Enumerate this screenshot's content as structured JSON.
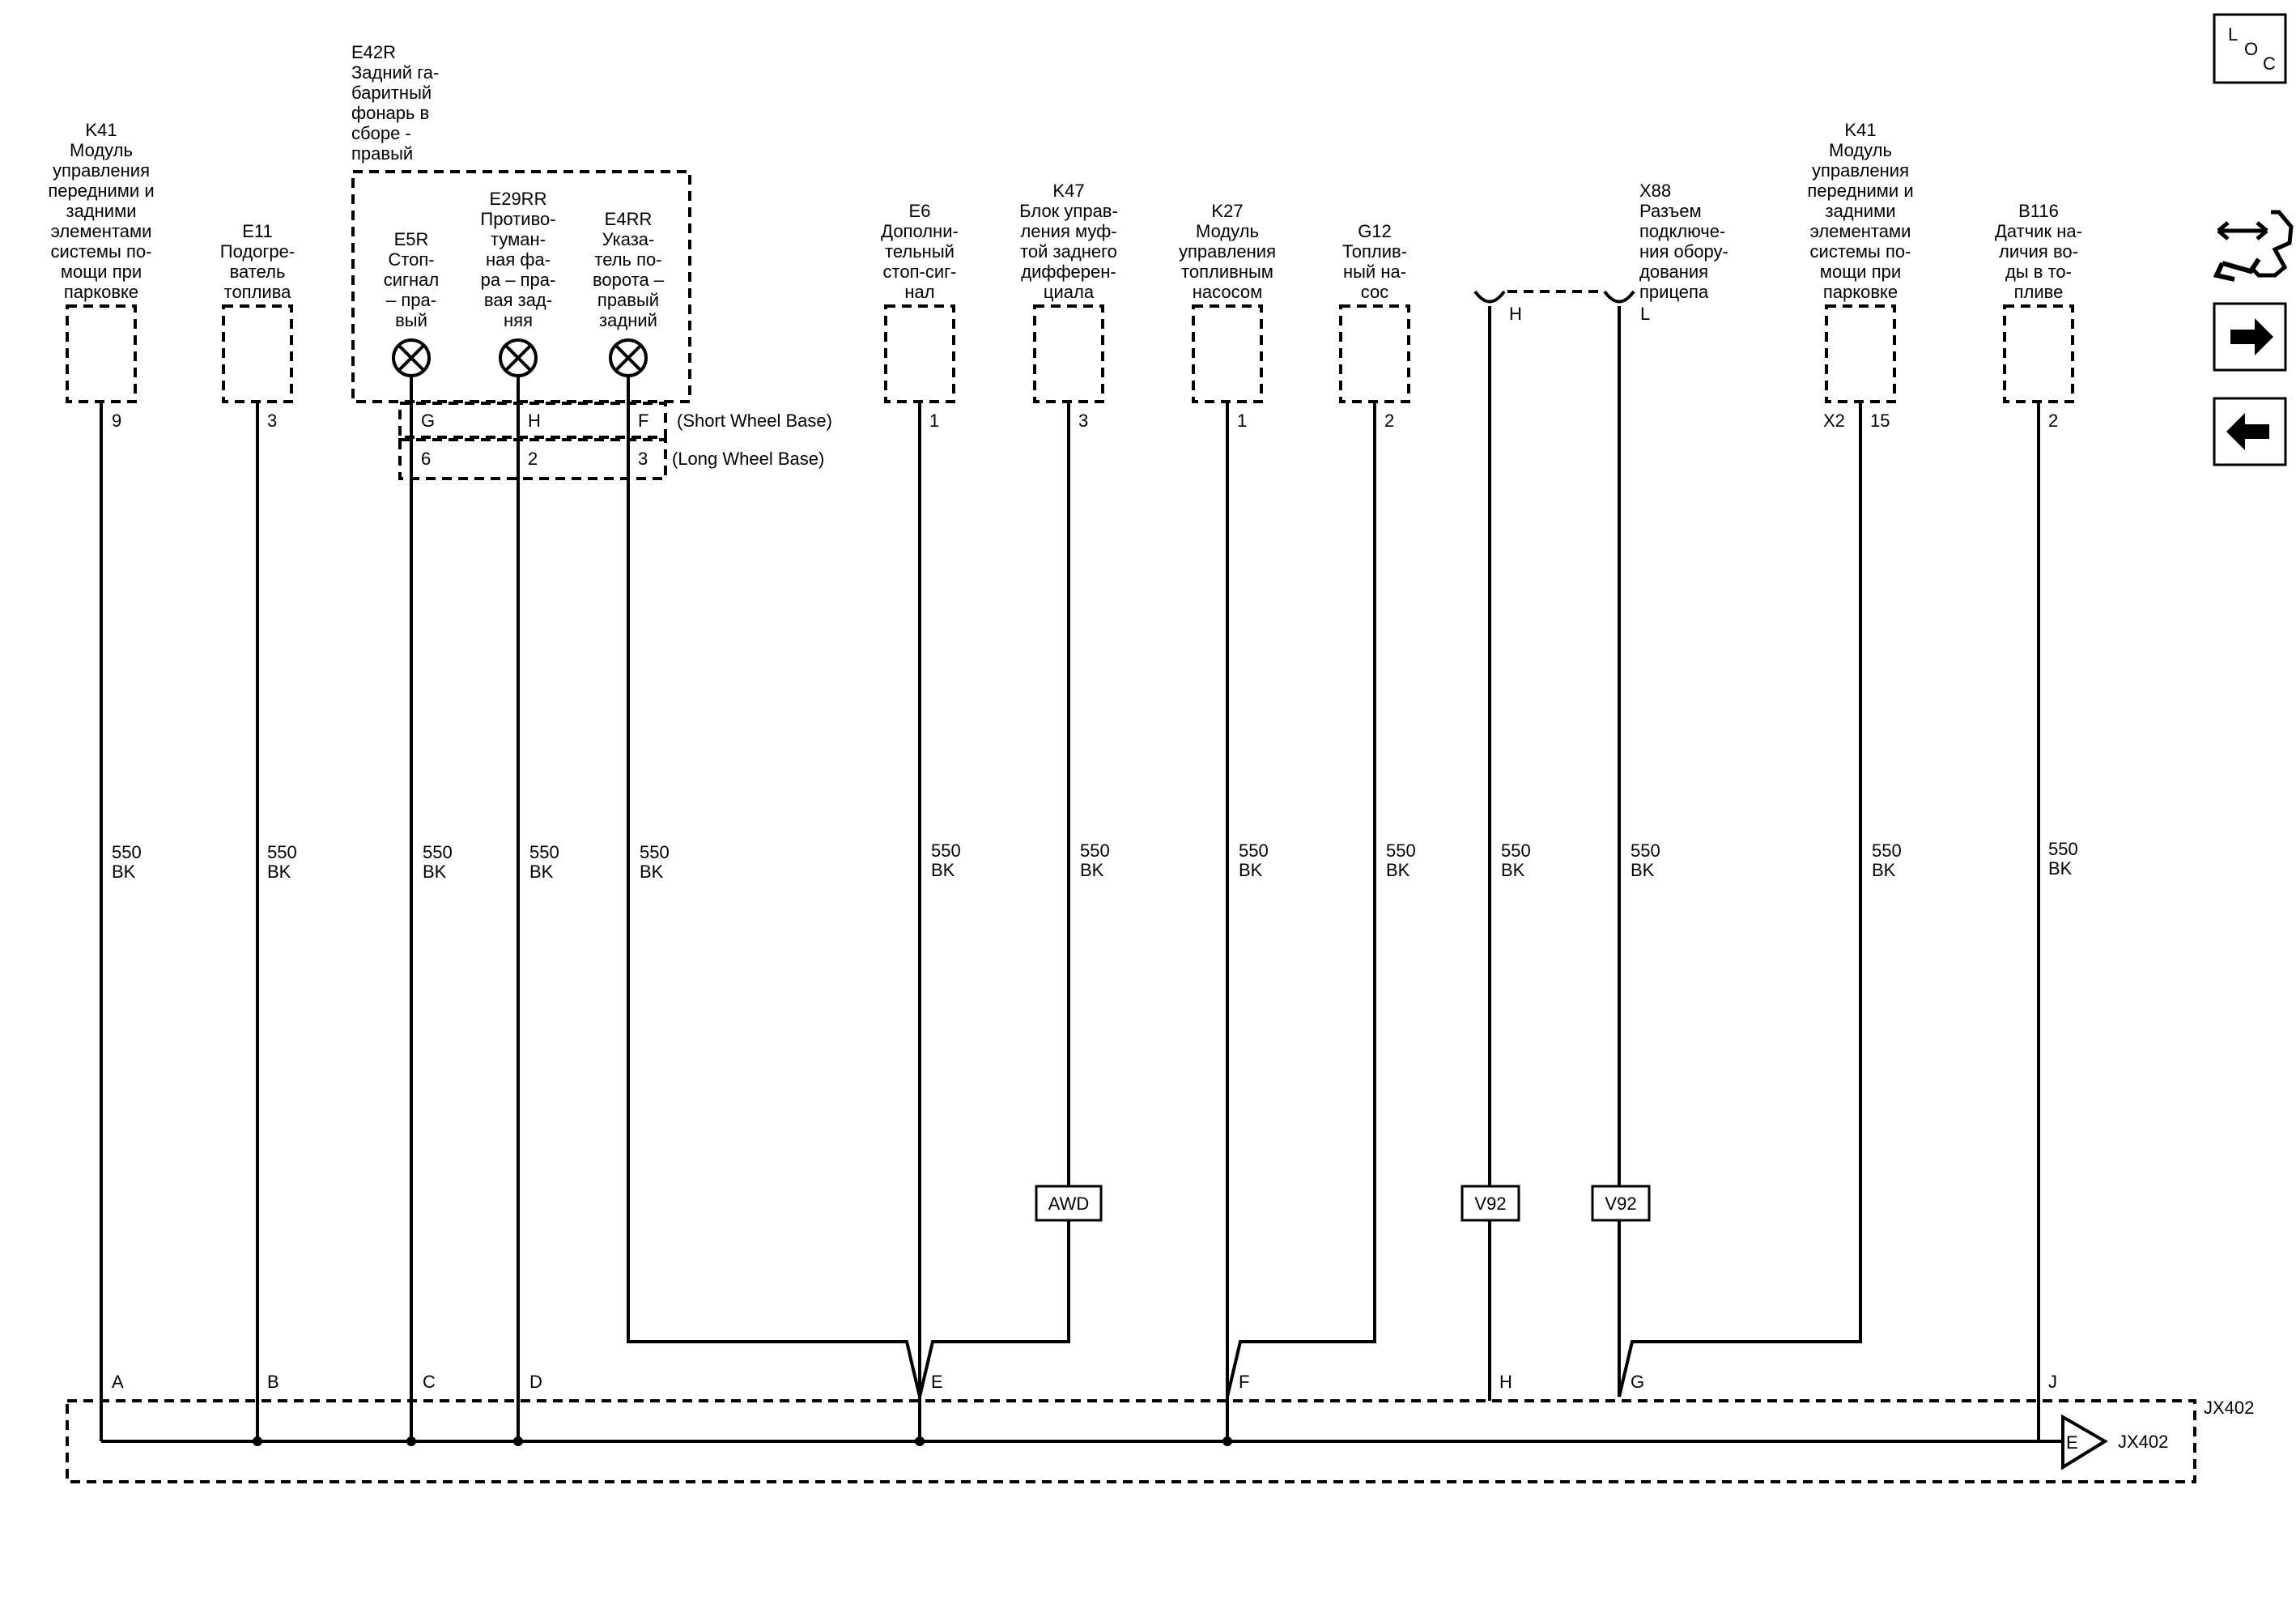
{
  "loc_icon": {
    "letters": [
      "L",
      "O",
      "C"
    ]
  },
  "nav_icons": [
    "connector-tool-icon",
    "arrow-right-icon",
    "arrow-left-icon"
  ],
  "components": {
    "k41_a": {
      "lines": [
        "K41",
        "Модуль",
        "управления",
        "передними и",
        "задними",
        "элементами",
        "системы по-",
        "мощи при",
        "парковке"
      ],
      "pin": "9"
    },
    "e11": {
      "lines": [
        "E11",
        "Подогре-",
        "ватель",
        "топлива"
      ],
      "pin": "3"
    },
    "e42r": {
      "lines": [
        "E42R",
        "Задний га-",
        "баритный",
        "фонарь в",
        "сборе -",
        "правый"
      ]
    },
    "e5r": {
      "lines": [
        "E5R",
        "Стоп-",
        "сигнал",
        "– пра-",
        "вый"
      ],
      "pin_swb": "G",
      "pin_lwb": "6"
    },
    "e29rr": {
      "lines": [
        "E29RR",
        "Противо-",
        "туман-",
        "ная фа-",
        "ра – пра-",
        "вая зад-",
        "няя"
      ],
      "pin_swb": "H",
      "pin_lwb": "2"
    },
    "e4rr": {
      "lines": [
        "E4RR",
        "Указа-",
        "тель по-",
        "ворота –",
        "правый",
        "задний"
      ],
      "pin_swb": "F",
      "pin_lwb": "3"
    },
    "e6": {
      "lines": [
        "E6",
        "Дополни-",
        "тельный",
        "стоп-сиг-",
        "нал"
      ],
      "pin": "1"
    },
    "k47": {
      "lines": [
        "K47",
        "Блок управ-",
        "ления муф-",
        "той заднего",
        "дифферен-",
        "циала"
      ],
      "pin": "3"
    },
    "k27": {
      "lines": [
        "K27",
        "Модуль",
        "управления",
        "топливным",
        "насосом"
      ],
      "pin": "1"
    },
    "g12": {
      "lines": [
        "G12",
        "Топлив-",
        "ный на-",
        "сос"
      ],
      "pin": "2"
    },
    "x88": {
      "lines": [
        "X88",
        "Разъем",
        "подключе-",
        "ния обору-",
        "дования",
        "прицепа"
      ],
      "pin_h": "H",
      "pin_l": "L"
    },
    "k41_b": {
      "lines": [
        "K41",
        "Модуль",
        "управления",
        "передними и",
        "задними",
        "элементами",
        "системы по-",
        "мощи при",
        "парковке"
      ],
      "connector": "X2",
      "pin": "15"
    },
    "b116": {
      "lines": [
        "B116",
        "Датчик на-",
        "личия во-",
        "ды в то-",
        "пливе"
      ],
      "pin": "2"
    }
  },
  "wheelbase": {
    "short": "(Short Wheel Base)",
    "long": "(Long Wheel Base)"
  },
  "wire_label": {
    "gauge": "550",
    "color": "BK"
  },
  "options": {
    "awd": "AWD",
    "v92_h": "V92",
    "v92_l": "V92"
  },
  "splice": {
    "name": "JX402",
    "pins": [
      "A",
      "B",
      "C",
      "D",
      "E",
      "F",
      "H",
      "G",
      "J"
    ],
    "ground_label": "JX402",
    "ground_pin": "E"
  }
}
